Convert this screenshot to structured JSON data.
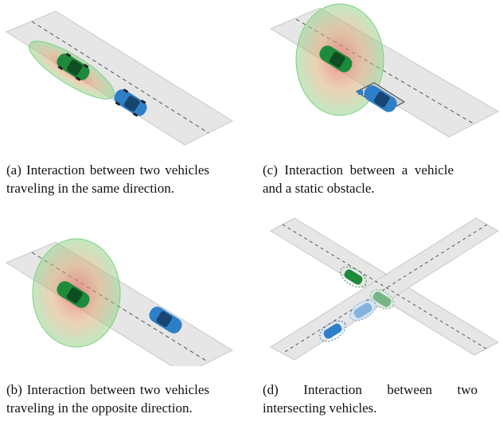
{
  "figure": {
    "panels": [
      {
        "id": "a",
        "caption": "(a) Interaction between two vehicles traveling in the same direction."
      },
      {
        "id": "b",
        "caption": "(b) Interaction between two vehicles traveling in the opposite direction."
      },
      {
        "id": "c",
        "caption": "(c) Interaction between a vehicle and a static obstacle."
      },
      {
        "id": "d",
        "caption": "(d) Interaction between two intersecting vehicles."
      }
    ],
    "colors": {
      "road": "#e6e6e6",
      "road_edge": "#c8c8c8",
      "lane_marking": "#555555",
      "ego_vehicle": "#1e8a3c",
      "other_vehicle": "#2f7fc8",
      "interaction_field_center": "#e57373",
      "interaction_field_edge": "#8fd68f"
    }
  }
}
